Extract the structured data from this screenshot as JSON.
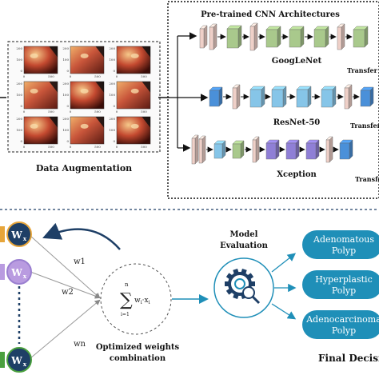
{
  "top": {
    "augmentation_label": "Data Augmentation",
    "cnn_title": "Pre-trained CNN Architectures",
    "models": [
      {
        "name": "GoogLeNet",
        "transfer_label": "Transfer l"
      },
      {
        "name": "ResNet-50",
        "transfer_label": "Transfer l"
      },
      {
        "name": "Xception",
        "transfer_label": "Transfe"
      }
    ],
    "image_grid": {
      "y_ticks": [
        "0",
        "100",
        "200"
      ],
      "x_ticks": [
        "0",
        "500"
      ]
    }
  },
  "bottom": {
    "nodes": [
      {
        "label": "W",
        "sub": "x",
        "color": "#e7a53a"
      },
      {
        "label": "W",
        "sub": "x",
        "color": "#b99be0"
      },
      {
        "label": "W",
        "sub": "x",
        "color": "#4aa03e"
      }
    ],
    "weights": [
      "w1",
      "w2",
      "wn"
    ],
    "formula": {
      "top": "n",
      "bottom": "i=1",
      "body": "w",
      "sub1": "i",
      "dot": "·",
      "x": "x",
      "sub2": "i"
    },
    "combination_label": [
      "Optimized weights",
      "combination"
    ],
    "evaluation_label": [
      "Model",
      "Evaluation"
    ],
    "classes": [
      [
        "Adenomatous",
        "Polyp"
      ],
      [
        "Hyperplastic",
        "Polyp"
      ],
      [
        "Adenocarcinoma",
        "Polyp"
      ]
    ],
    "final_label": "Final Decisio"
  },
  "colors": {
    "teal": "#1f8fb8",
    "navy": "#1e3f66",
    "pink_layer": "#efd0c8",
    "green_layer": "#a9c98c",
    "blue_layer": "#4a90d9",
    "lightblue_layer": "#86c5e8",
    "purple_layer": "#8f7fd6"
  }
}
